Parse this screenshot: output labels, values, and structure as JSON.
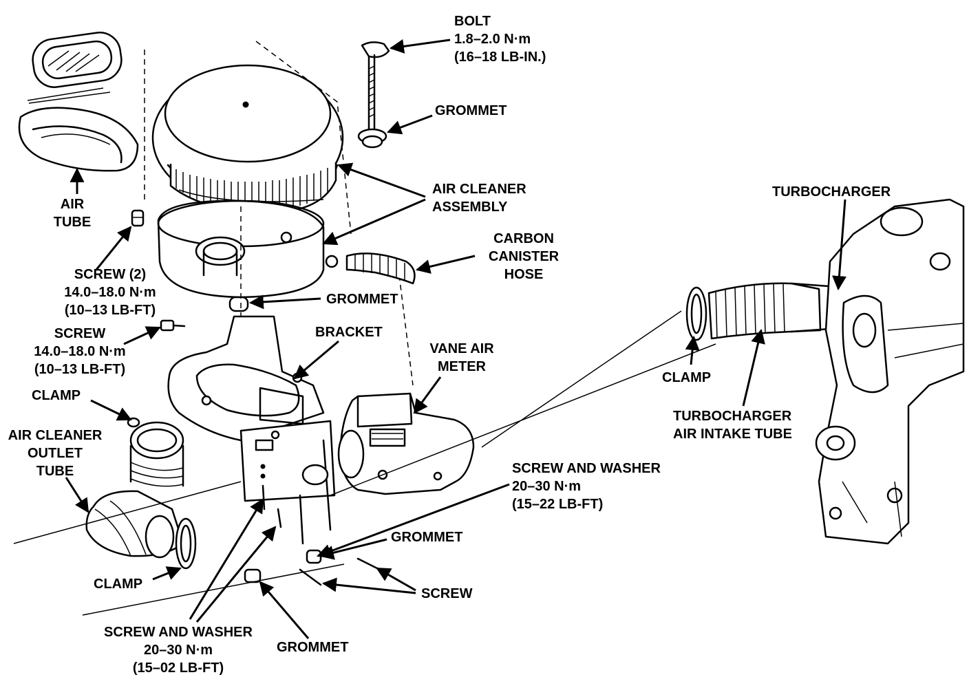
{
  "labels": {
    "bolt": [
      "BOLT",
      "1.8–2.0 N·m",
      "(16–18 LB-IN.)"
    ],
    "grommet_top": "GROMMET",
    "air_cleaner_assembly": [
      "AIR CLEANER",
      "ASSEMBLY"
    ],
    "carbon_canister_hose": [
      "CARBON",
      "CANISTER",
      "HOSE"
    ],
    "turbocharger": "TURBOCHARGER",
    "air_tube": [
      "AIR",
      "TUBE"
    ],
    "screw_2": [
      "SCREW (2)",
      "14.0–18.0 N·m",
      "(10–13 LB-FT)"
    ],
    "grommet_mid": "GROMMET",
    "screw_single": [
      "SCREW",
      "14.0–18.0 N·m",
      "(10–13 LB-FT)"
    ],
    "bracket": "BRACKET",
    "vane_air_meter": [
      "VANE AIR",
      "METER"
    ],
    "clamp_right": "CLAMP",
    "turbo_intake_tube": [
      "TURBOCHARGER",
      "AIR INTAKE TUBE"
    ],
    "clamp_left": "CLAMP",
    "outlet_tube": [
      "AIR CLEANER",
      "OUTLET",
      "TUBE"
    ],
    "screw_washer_right": [
      "SCREW AND WASHER",
      "20–30 N·m",
      "(15–22 LB-FT)"
    ],
    "grommet_lower": "GROMMET",
    "clamp_bottom": "CLAMP",
    "screw_bottom": "SCREW",
    "screw_washer_bottom": [
      "SCREW AND WASHER",
      "20–30 N·m",
      "(15–02 LB-FT)"
    ],
    "grommet_bottom": "GROMMET"
  }
}
